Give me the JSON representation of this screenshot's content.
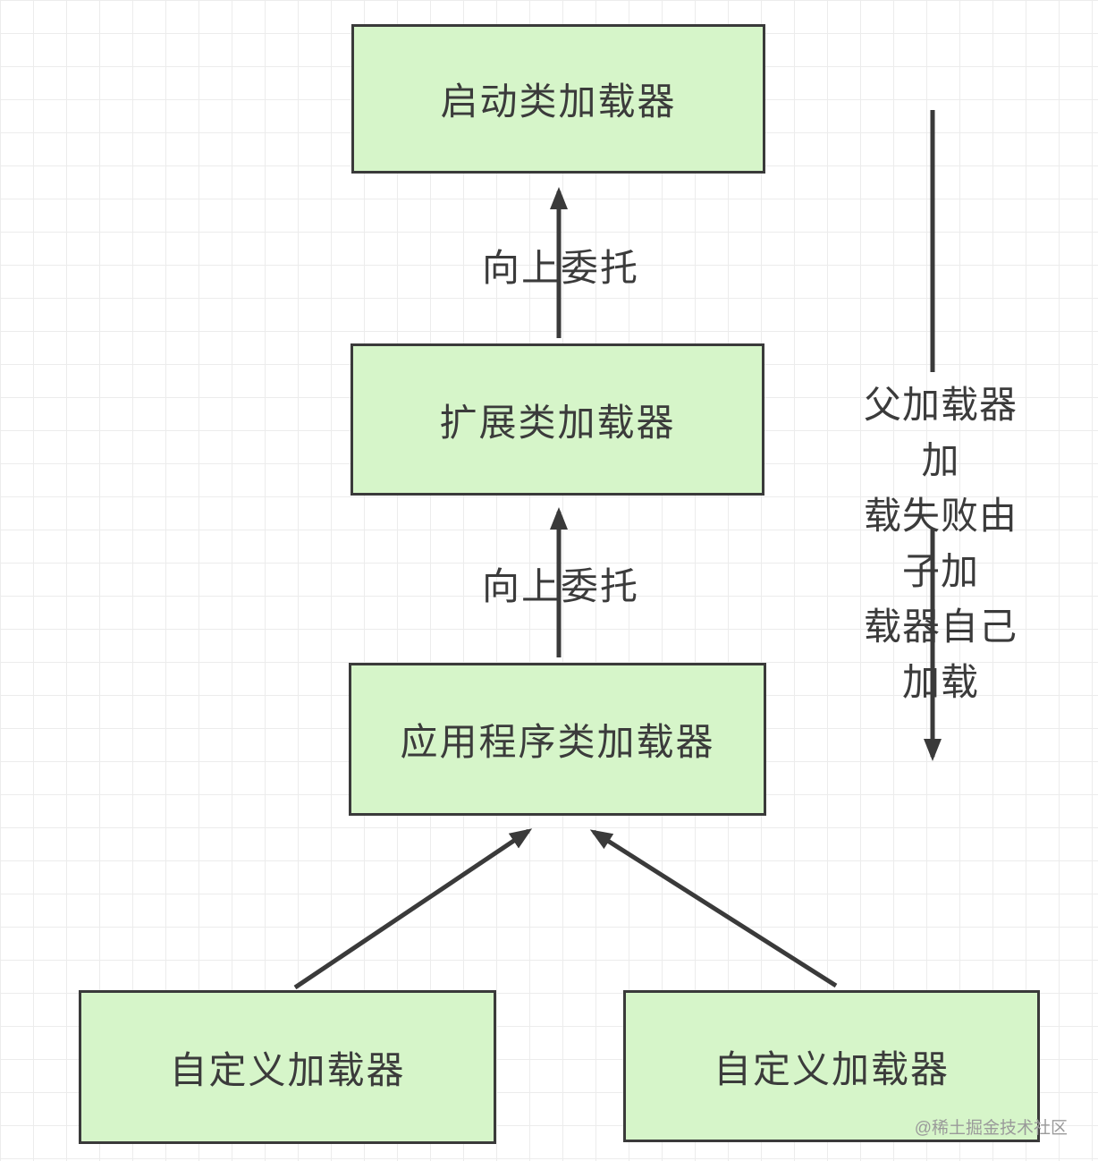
{
  "nodes": {
    "bootstrap": {
      "label": "启动类加载器"
    },
    "extension": {
      "label": "扩展类加载器"
    },
    "application": {
      "label": "应用程序类加载器"
    },
    "custom_left": {
      "label": "自定义加载器"
    },
    "custom_right": {
      "label": "自定义加载器"
    }
  },
  "edges": {
    "delegate_label_1": "向上委托",
    "delegate_label_2": "向上委托",
    "side_note": "父加载器加\n载失败由子加\n载器自己加载"
  },
  "watermark": "@稀土掘金技术社区",
  "colors": {
    "node_fill": "#d6f5c9",
    "node_border": "#3a3a3a",
    "arrow": "#3a3a3a",
    "grid_line": "#ececec",
    "text": "#3b3b3b",
    "watermark": "#9a9a9a"
  }
}
